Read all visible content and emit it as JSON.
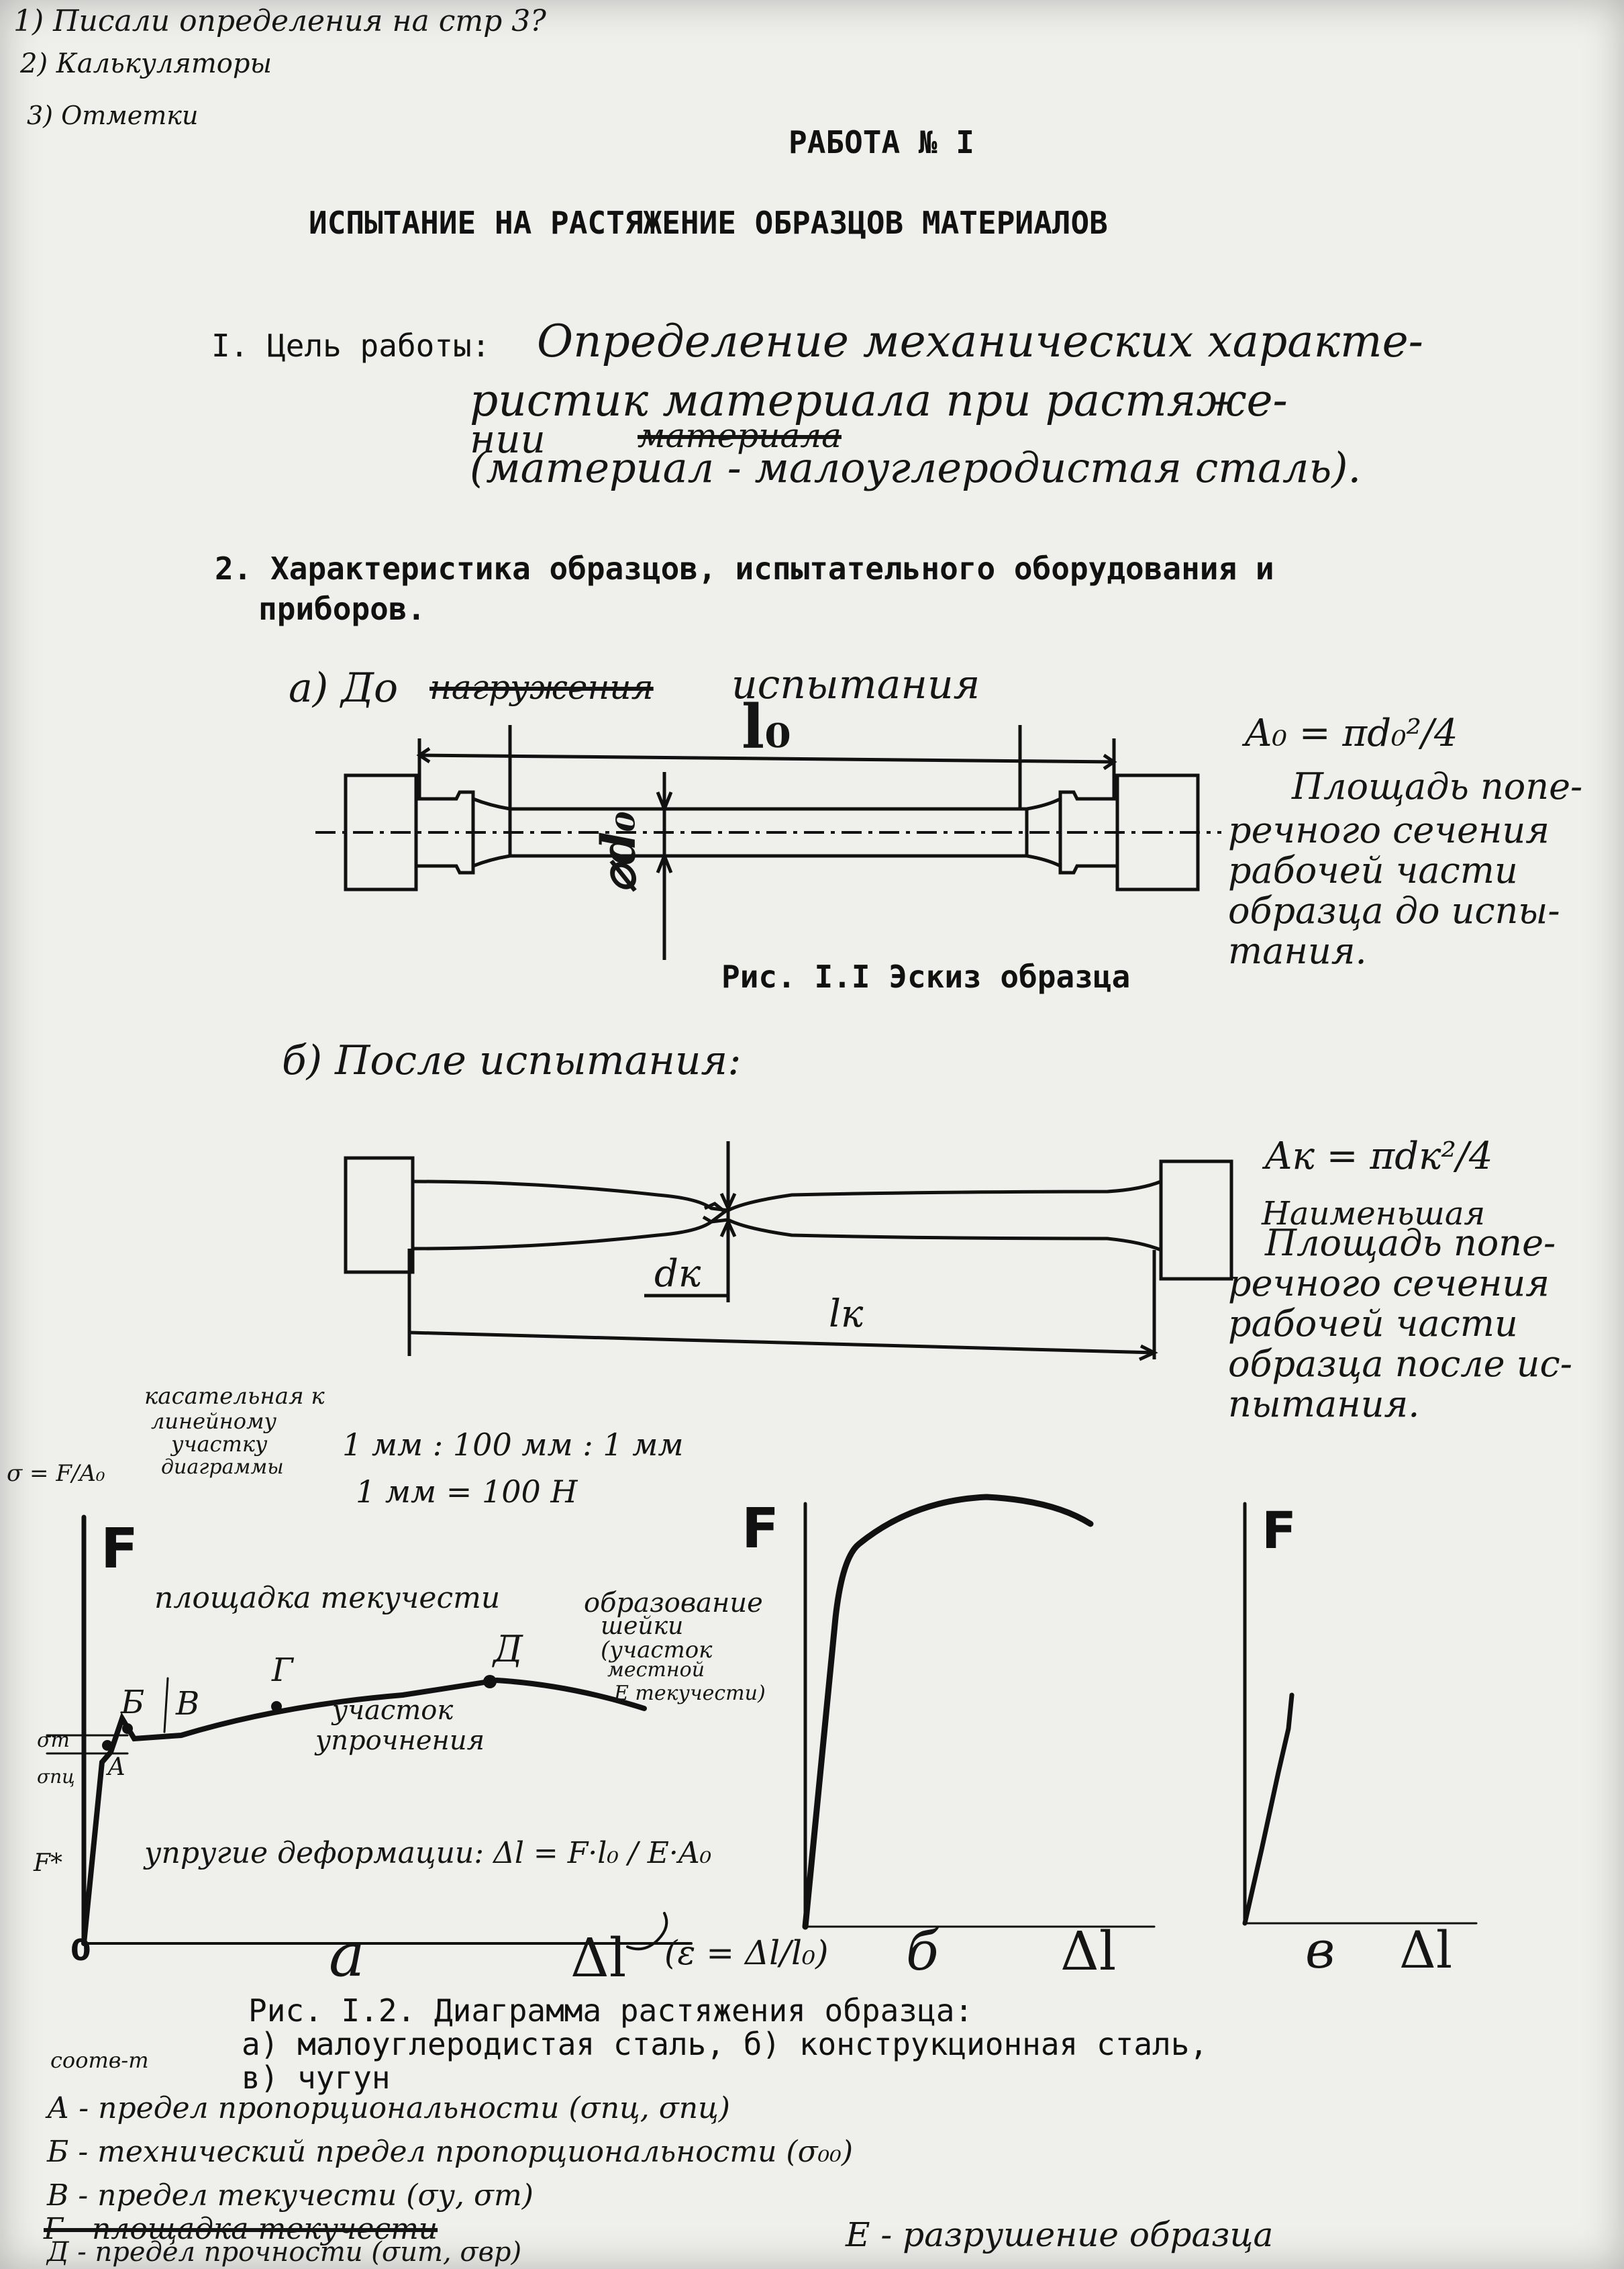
{
  "corner_notes": [
    "1) Писали определения на стр 3?",
    "2) Калькуляторы",
    "3) Отметки"
  ],
  "heading": "РАБОТА № I",
  "title": "ИСПЫТАНИЕ НА РАСТЯЖЕНИЕ ОБРАЗЦОВ МАТЕРИАЛОВ",
  "section1": {
    "label": "I. Цель работы:",
    "text_line1": "Определение механических характе-",
    "text_line2": "ристик материала при растяже-",
    "text_line3": "нии",
    "text_line3_struck": "материала",
    "text_line4": "(материал - малоуглеродистая сталь)."
  },
  "section2": {
    "line1": "2. Характеристика образцов, испытательного оборудования и",
    "line2": "приборов."
  },
  "part_a": {
    "label": "а) До",
    "struck": "нагружения",
    "rest": "испытания",
    "length_label": "l₀",
    "diameter_label": "⌀d₀",
    "formula": "A₀ = πd₀²/4",
    "note": [
      "Площадь попе-",
      "речного сечения",
      "рабочей части",
      "образца до испы-",
      "тания."
    ],
    "caption": "Рис. I.I Эскиз образца"
  },
  "part_b": {
    "label": "б) После испытания:",
    "diameter_label": "dк",
    "length_label": "lк",
    "formula": "Aк = πdк²/4",
    "note": [
      "Наименьшая",
      "Площадь попе-",
      "речного сечения",
      "рабочей части",
      "образца после ис-",
      "пытания."
    ]
  },
  "scale_notes": {
    "tangent_note": [
      "касательная к",
      "линейному",
      "участку",
      "диаграммы"
    ],
    "scale1": "1 мм : 100 мм : 1 мм",
    "scale2": "1 мм = 100 Н",
    "sigma_label": "σ = F/A₀"
  },
  "diagram_a": {
    "axis_f": "F",
    "origin": "0",
    "axis_x": "Δl",
    "panel_label": "а",
    "strain_formula": "(ε = Δl/l₀)",
    "points": [
      "Б",
      "В",
      "Г",
      "Д",
      "А"
    ],
    "left_labels": [
      "σт",
      "σпц",
      "F*"
    ],
    "annotations": {
      "yield_plateau": "площадка текучести",
      "necking": [
        "образование",
        "шейки",
        "(участок",
        "местной",
        "Е текучести)"
      ],
      "hardening": [
        "участок",
        "упрочнения"
      ],
      "elastic": "упругие деформации: Δl = F·l₀ / E·A₀"
    }
  },
  "diagram_b": {
    "axis_f": "F",
    "axis_x": "Δl",
    "panel_label": "б"
  },
  "diagram_c": {
    "axis_f": "F",
    "axis_x": "Δl",
    "panel_label": "в"
  },
  "figure2_caption": {
    "line1": "Рис. I.2. Диаграмма растяжения образца:",
    "line2": "а) малоуглеродистая сталь, б) конструкционная сталь,",
    "line3": "в) чугун"
  },
  "legend": {
    "header": "соотв-т",
    "items": [
      "А - предел пропорциональности (σпц, σпц)",
      "Б - технический предел пропорциональности (σ₀₀)",
      "В - предел текучести (σу, σт)",
      "Г - площадка текучести",
      "Д - предел прочности (σuт, σвр)"
    ],
    "extra": "Е - разрушение образца"
  }
}
